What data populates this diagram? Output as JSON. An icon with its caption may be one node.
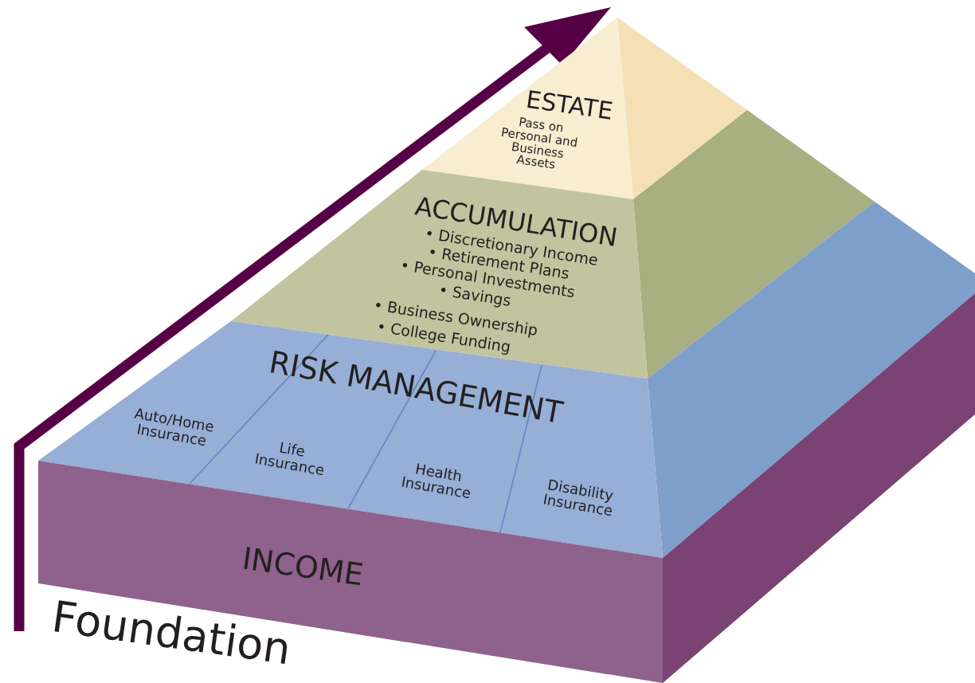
{
  "diagram": {
    "nodes": [
      {
        "text": [
          "ESTATE",
          "Pass on Personal and Business Assets"
        ]
      },
      {
        "text": [
          "ACCUMULATION",
          "• Discretionary  Income",
          "• Retirement Plans",
          "• Personal Investments",
          "• Savings",
          "• Business Ownership",
          "• College Funding"
        ]
      },
      {
        "text": [
          "RISK MANAGEMENT",
          "Auto/Home Insurance",
          "Life Insurance",
          "Health Insurance",
          "Disability Insurance"
        ]
      },
      {
        "text": [
          "INCOME"
        ]
      }
    ],
    "labels": [
      "Foundation"
    ]
  }
}
